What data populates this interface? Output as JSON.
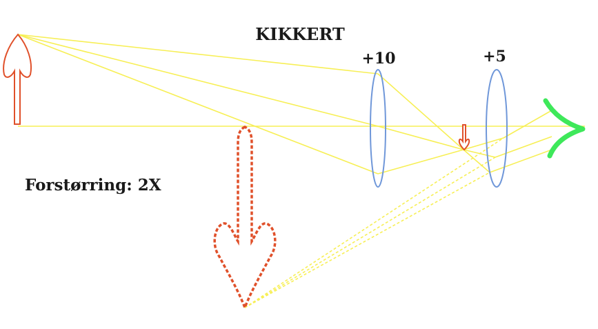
{
  "title": "KIKKERT",
  "magnification_label": "Forstørring: 2X",
  "lenses": [
    {
      "label": "+10"
    },
    {
      "label": "+5"
    }
  ],
  "colors": {
    "rays": "#f7ef55",
    "lens": "#6f97d9",
    "arrow": "#e0502a",
    "eye": "#3ee85a",
    "text": "#1a1a1a"
  },
  "icons": {
    "object": "object-arrow-icon",
    "real_image": "real-image-arrow-icon",
    "virtual_image": "virtual-image-arrow-icon",
    "eye": "eye-icon"
  }
}
